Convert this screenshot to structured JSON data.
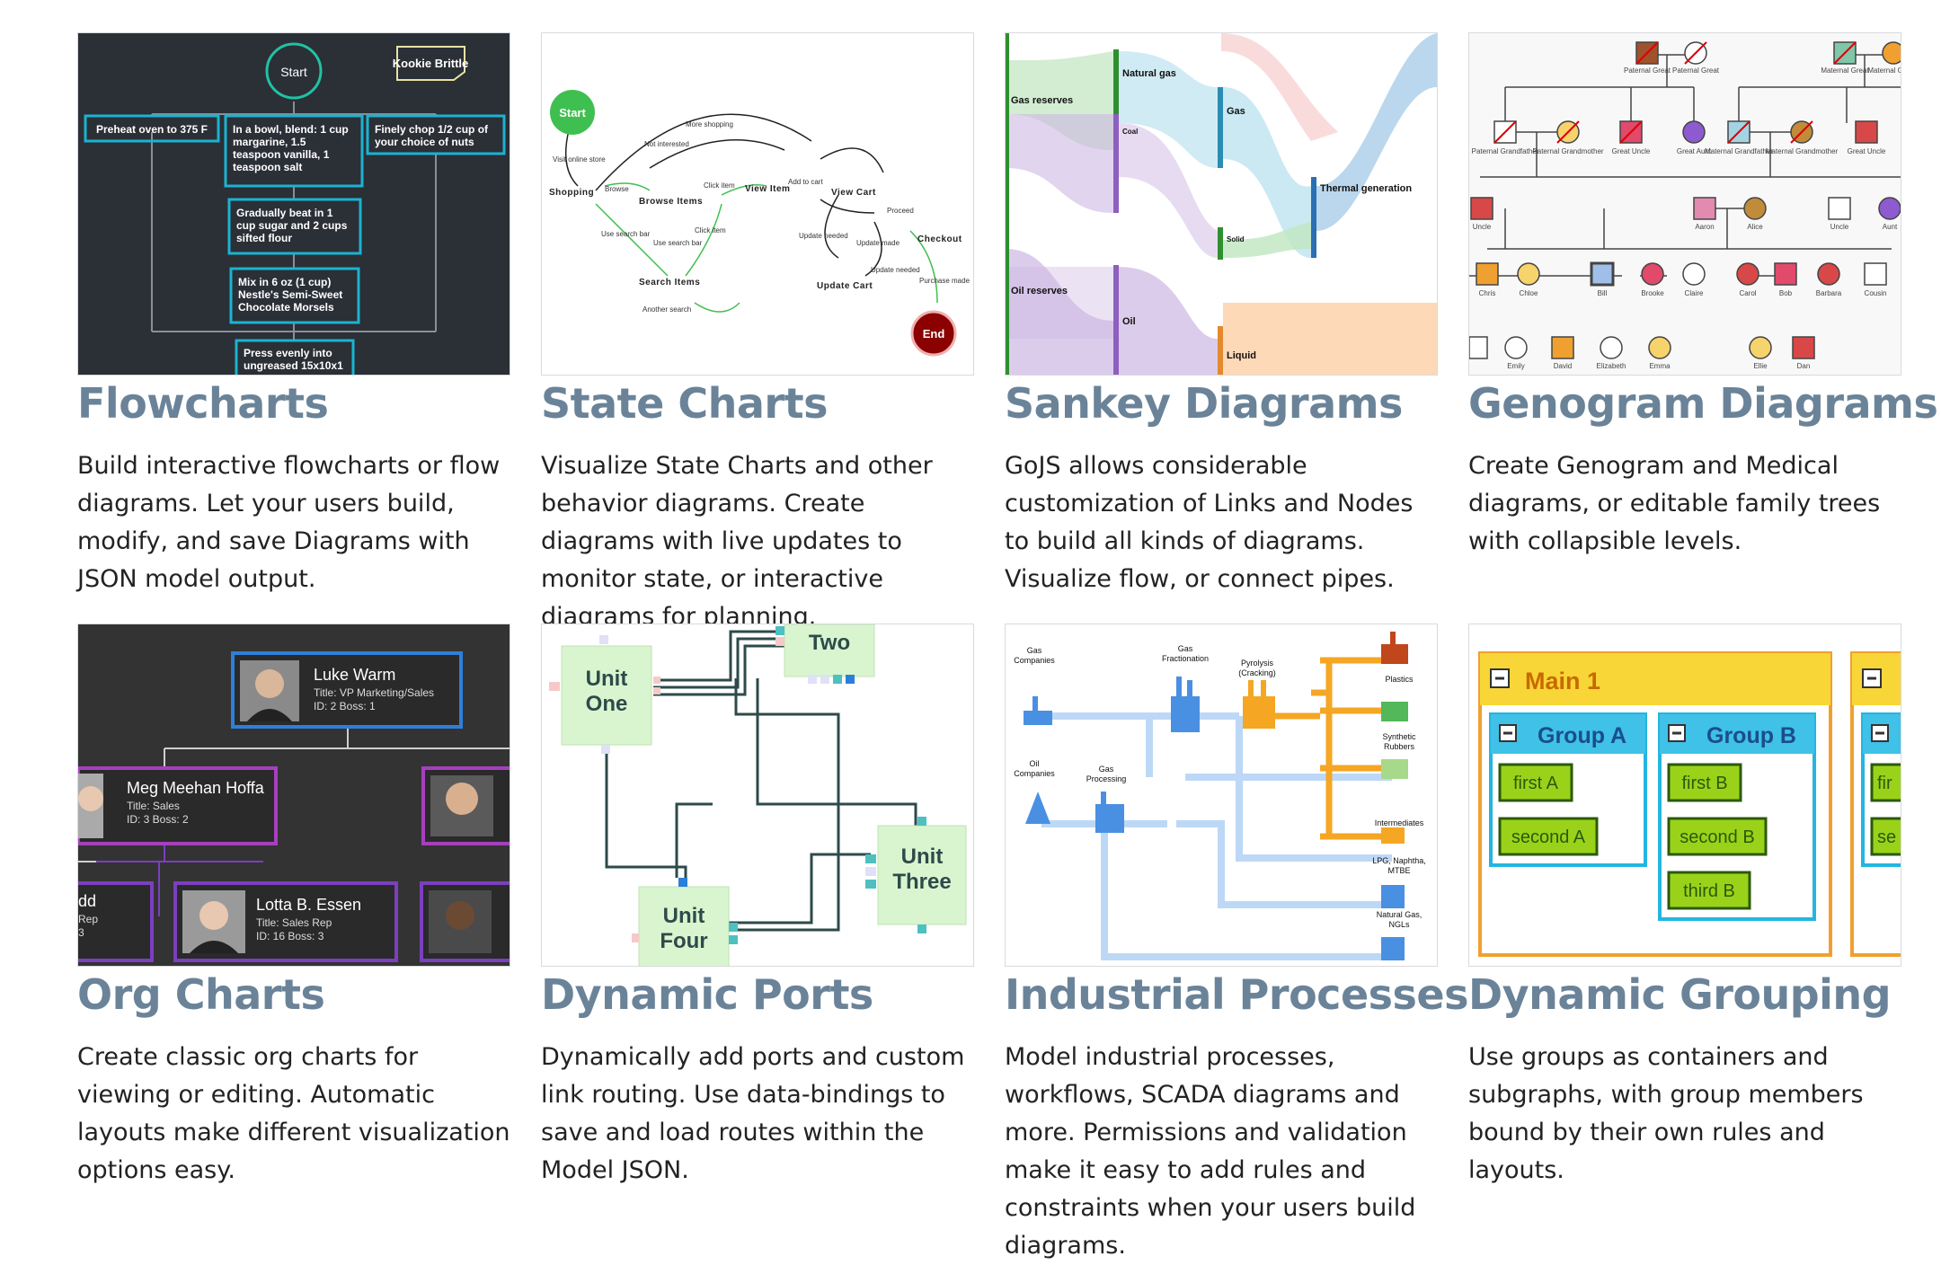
{
  "cards": [
    {
      "title": "Flowcharts",
      "desc": "Build interactive flowcharts or flow diagrams. Let your users build, modify, and save Diagrams with JSON model output.",
      "thumb": {
        "start": "Start",
        "note": "Kookie Brittle",
        "step_a": "Preheat oven to 375 F",
        "step_b_lines": [
          "In a bowl, blend: 1 cup",
          "margarine, 1.5",
          "teaspoon vanilla, 1",
          "teaspoon salt"
        ],
        "step_c_lines": [
          "Finely chop 1/2 cup of",
          "your choice of nuts"
        ],
        "step_d_lines": [
          "Gradually beat in 1",
          "cup sugar and 2 cups",
          "sifted flour"
        ],
        "step_e_lines": [
          "Mix in 6 oz (1 cup)",
          "Nestle's Semi-Sweet",
          "Chocolate Morsels"
        ],
        "step_f_lines": [
          "Press evenly into",
          "ungreased 15x10x1"
        ]
      }
    },
    {
      "title": "State Charts",
      "desc": "Visualize State Charts and other behavior diagrams. Create diagrams with live updates to monitor state, or interactive diagrams for planning.",
      "thumb": {
        "start": "Start",
        "end": "End",
        "shopping": "Shopping",
        "browse": "Browse Items",
        "view_item": "View Item",
        "view_cart": "View Cart",
        "checkout": "Checkout",
        "search": "Search Items",
        "update_cart": "Update Cart",
        "labels": [
          "More shopping",
          "Not interested",
          "Visit online store",
          "Browse",
          "Click item",
          "Add to cart",
          "Use search bar",
          "Use search bar",
          "Click item",
          "Another search",
          "Update needed",
          "Proceed",
          "Update made",
          "Update needed",
          "Purchase made"
        ]
      }
    },
    {
      "title": "Sankey Diagrams",
      "desc": "GoJS allows considerable customization of Links and Nodes to build all kinds of diagrams. Visualize flow, or connect pipes.",
      "thumb": {
        "natural_gas": "Natural gas",
        "gas_reserves": "Gas reserves",
        "oil_reserves": "Oil reserves",
        "gas": "Gas",
        "coal": "Coal",
        "solid": "Solid",
        "oil": "Oil",
        "liquid": "Liquid",
        "thermal": "Thermal generation"
      }
    },
    {
      "title": "Genogram Diagrams",
      "desc": "Create Genogram and Medical diagrams, or editable family trees with collapsible levels.",
      "thumb": {
        "names_row1": [
          "Paternal Great",
          "Paternal Great",
          "Maternal Great",
          "Maternal Great"
        ],
        "names_row2": [
          "Paternal Grandfather",
          "Paternal Grandmother",
          "Great Uncle",
          "Great Aunt",
          "Maternal Grandfather",
          "Maternal Grandmother",
          "Great Uncle"
        ],
        "names_row3": [
          "Uncle",
          "Aaron",
          "Alice",
          "Uncle",
          "Aunt"
        ],
        "names_row4": [
          "Chris",
          "Chloe",
          "Bill",
          "Brooke",
          "Claire",
          "Carol",
          "Bob",
          "Barbara",
          "Cousin"
        ],
        "names_row5": [
          "Emily",
          "David",
          "Elizabeth",
          "Emma",
          "Ellie",
          "Dan"
        ]
      }
    },
    {
      "title": "Org Charts",
      "desc": "Create classic org charts for viewing or editing. Automatic layouts make different visualization options easy.",
      "thumb": {
        "p1_name": "Luke Warm",
        "p1_title": "Title: VP Marketing/Sales",
        "p1_id": "ID: 2  Boss: 1",
        "p2_name": "Meg Meehan Hoffa",
        "p2_title": "Title: Sales",
        "p2_id": "ID: 3  Boss: 2",
        "p3_name": "Lotta B. Essen",
        "p3_title": "Title:    Sales Rep",
        "p3_id": "ID: 16    Boss: 3",
        "p4_name": "dd",
        "p4_title": "Rep",
        "p4_id": "3"
      }
    },
    {
      "title": "Dynamic Ports",
      "desc": "Dynamically add ports and custom link routing. Use data-bindings to save and load routes within the Model JSON.",
      "thumb": {
        "one": [
          "Unit",
          "One"
        ],
        "two": "Two",
        "three": [
          "Unit",
          "Three"
        ],
        "four": [
          "Unit",
          "Four"
        ]
      }
    },
    {
      "title": "Industrial Processes",
      "desc": "Model industrial processes, workflows, SCADA diagrams and more. Permissions and validation make it easy to add rules and constraints when your users build diagrams.",
      "thumb": {
        "gas_companies": [
          "Gas",
          "Companies"
        ],
        "gas_fractionation": [
          "Gas",
          "Fractionation"
        ],
        "pyrolysis": [
          "Pyrolysis",
          "(Cracking)"
        ],
        "plastics": "Plastics",
        "synthetic": [
          "Synthetic",
          "Rubbers"
        ],
        "oil_companies": [
          "Oil",
          "Companies"
        ],
        "gas_processing": [
          "Gas",
          "Processing"
        ],
        "intermediates": "Intermediates",
        "lpg": [
          "LPG, Naphtha,",
          "MTBE"
        ],
        "natural_gas": [
          "Natural Gas,",
          "NGLs"
        ]
      }
    },
    {
      "title": "Dynamic Grouping",
      "desc": "Use groups as containers and subgraphs, with group members bound by their own rules and layouts.",
      "thumb": {
        "main": "Main 1",
        "group_a": "Group A",
        "group_b": "Group B",
        "first_a": "first A",
        "second_a": "second A",
        "first_b": "first B",
        "second_b": "second B",
        "third_b": "third B",
        "partial1": "fir",
        "partial2": "se"
      }
    }
  ],
  "colors": {
    "title": "#6a8398",
    "flow_bg": "#2b2f36",
    "flow_accent": "#1bb3d1",
    "flow_start": "#21c2a3",
    "state_start": "#3fbf4f",
    "state_end": "#8b0000",
    "org_bg": "#333333",
    "group_gold": "#f5c51c",
    "group_blue": "#23b6e0",
    "group_green": "#9ad21a"
  }
}
